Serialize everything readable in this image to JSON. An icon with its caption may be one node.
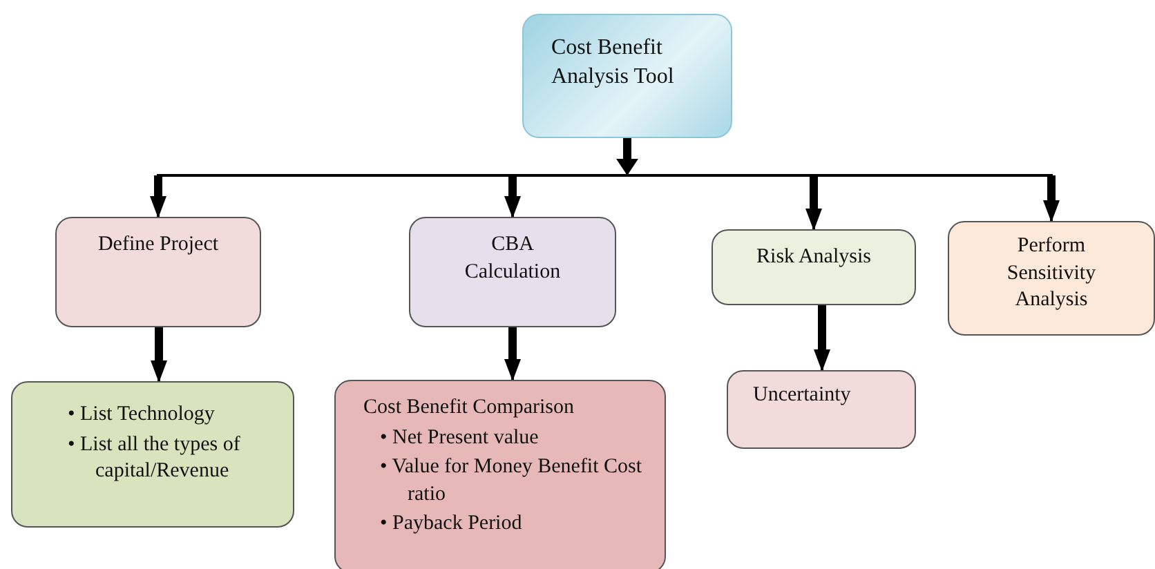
{
  "diagram": {
    "nodes": [
      {
        "text": [
          "Cost Benefit Analysis Tool"
        ]
      },
      {
        "text": [
          "Define Project"
        ]
      },
      {
        "text": [
          "CBA Calculation"
        ]
      },
      {
        "text": [
          "Risk Analysis"
        ]
      },
      {
        "text": [
          "Perform Sensitivity Analysis"
        ]
      },
      {
        "text": [
          "• List Technology",
          "• List all the types of capital/Revenue"
        ]
      },
      {
        "text": [
          "Cost Benefit Comparison",
          "• Net Present value",
          "• Value for Money Benefit Cost ratio",
          "• Payback Period"
        ]
      },
      {
        "text": [
          "Uncertainty"
        ]
      }
    ],
    "edges": [
      {
        "from": 0,
        "to": 1,
        "arrow": "to"
      },
      {
        "from": 0,
        "to": 2,
        "arrow": "to"
      },
      {
        "from": 0,
        "to": 3,
        "arrow": "to"
      },
      {
        "from": 0,
        "to": 4,
        "arrow": "to"
      },
      {
        "from": 1,
        "to": 5,
        "arrow": "to"
      },
      {
        "from": 2,
        "to": 6,
        "arrow": "to"
      },
      {
        "from": 3,
        "to": 7,
        "arrow": "to"
      }
    ]
  }
}
